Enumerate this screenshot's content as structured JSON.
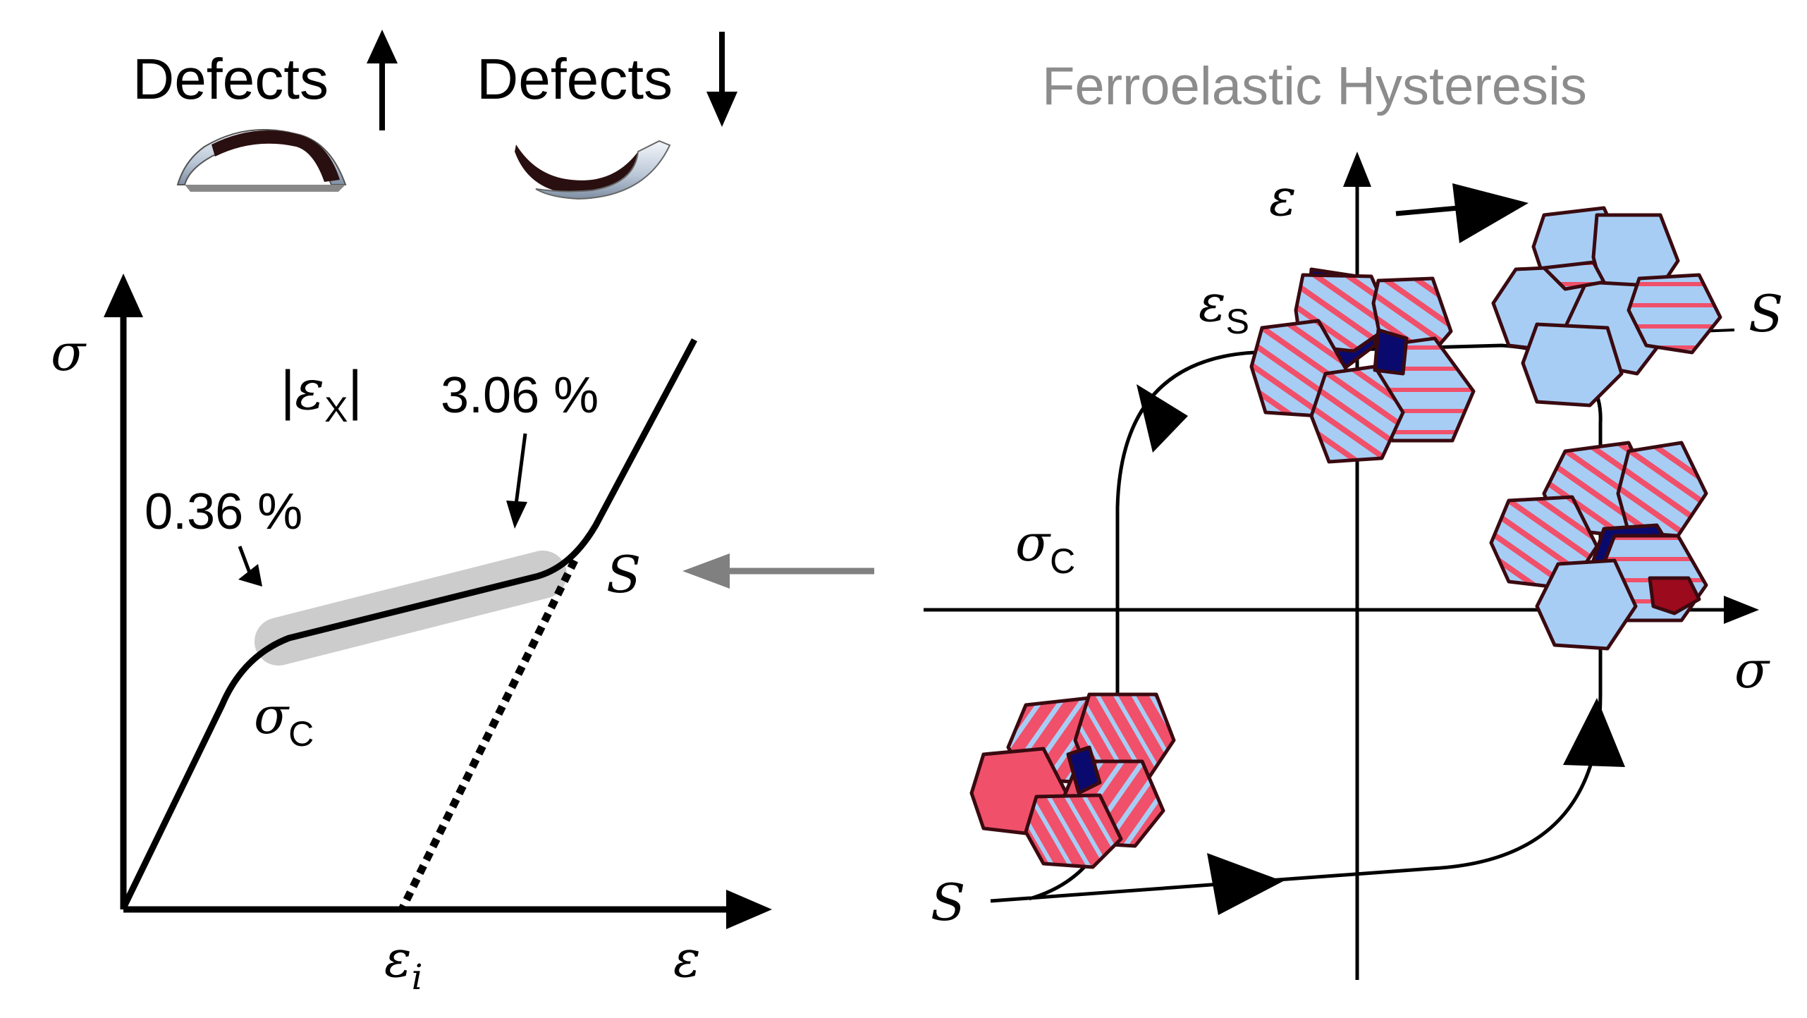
{
  "header": {
    "defects_up": "Defects",
    "defects_down": "Defects",
    "right_title": "Ferroelastic Hysteresis"
  },
  "left_plot": {
    "y_axis_label": "σ",
    "x_axis_label": "ε",
    "strain_x_symbol": "ε",
    "strain_x_sub": "X",
    "pct_low": "0.36 %",
    "pct_high": "3.06 %",
    "sigma_c": "σ",
    "sigma_c_sub": "C",
    "s_label": "S",
    "eps_i": "ε",
    "eps_i_sub": "i"
  },
  "right_plot": {
    "y_axis_label": "ε",
    "x_axis_label": "σ",
    "eps_s": "ε",
    "eps_s_sub": "S",
    "sigma_c": "σ",
    "sigma_c_sub": "C",
    "s_top_right": "S",
    "s_bottom_left": "S"
  },
  "colors": {
    "axis": "#000000",
    "highlight_band": "#cccccc",
    "arrow_gray": "#808080",
    "title_gray": "#8c8c8c",
    "grain_blue": "#a7cdf5",
    "grain_red": "#f0506a",
    "grain_outline": "#3a0a10",
    "dark_navy": "#0a0a6e",
    "dark_red": "#9c0a1e"
  }
}
